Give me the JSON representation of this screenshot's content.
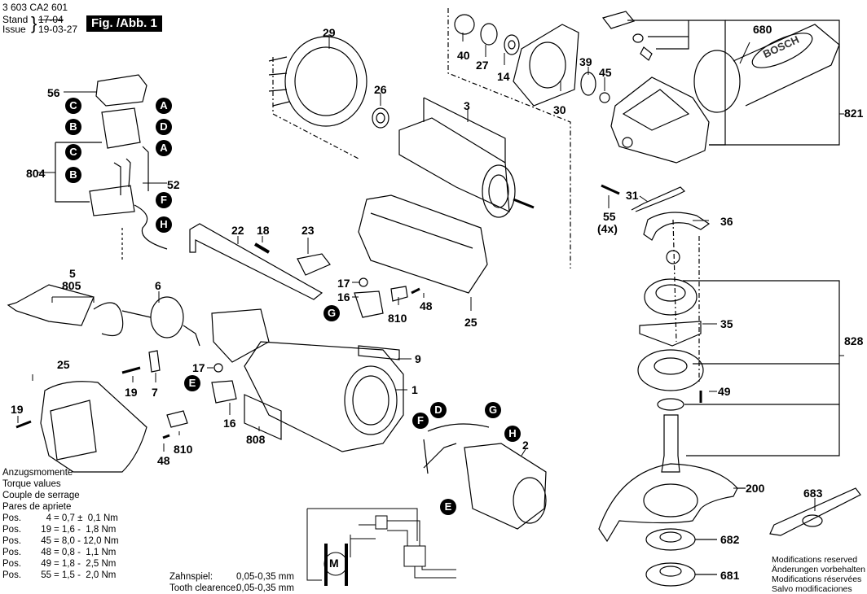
{
  "header": {
    "doc_number": "3 603 CA2 601",
    "stand_label": "Stand",
    "issue_label": "Issue",
    "old_date": "17-04",
    "issue_date": "19-03-27",
    "figure_label": "Fig. /Abb. 1"
  },
  "part_labels": {
    "p29": "29",
    "p26": "26",
    "p3": "3",
    "p40": "40",
    "p27": "27",
    "p14": "14",
    "p30": "30",
    "p39": "39",
    "p45": "45",
    "p680": "680",
    "p821": "821",
    "p56": "56",
    "p804": "804",
    "p52": "52",
    "p22": "22",
    "p18": "18",
    "p23": "23",
    "p31": "31",
    "p55": "55",
    "p55qty": "(4x)",
    "p36": "36",
    "p5": "5",
    "p805": "805",
    "p6": "6",
    "p17a": "17",
    "p16a": "16",
    "p810a": "810",
    "p48a": "48",
    "p25a": "25",
    "p35": "35",
    "p828": "828",
    "p49": "49",
    "p17b": "17",
    "p9": "9",
    "p1": "1",
    "p19a": "19",
    "p7": "7",
    "p25b": "25",
    "p19b": "19",
    "p16b": "16",
    "p808": "808",
    "p810b": "810",
    "p48b": "48",
    "p2": "2",
    "p200": "200",
    "p683": "683",
    "p682": "682",
    "p681": "681"
  },
  "connectors": {
    "c_C1": "C",
    "c_A1": "A",
    "c_B1": "B",
    "c_D1": "D",
    "c_C2": "C",
    "c_A2": "A",
    "c_B2": "B",
    "c_F1": "F",
    "c_H1": "H",
    "c_G1": "G",
    "c_E1": "E",
    "c_D2": "D",
    "c_G2": "G",
    "c_F2": "F",
    "c_H2": "H",
    "c_E2": "E"
  },
  "torque": {
    "title_de": "Anzugsmomente",
    "title_en": "Torque values",
    "title_fr": "Couple de serrage",
    "title_es": "Pares de apriete",
    "rows": [
      {
        "label": "Pos.",
        "pos": "4",
        "value": "= 0,7 ±  0,1 Nm"
      },
      {
        "label": "Pos.",
        "pos": "19",
        "value": "= 1,6 -  1,8 Nm"
      },
      {
        "label": "Pos.",
        "pos": "45",
        "value": "= 8,0 - 12,0 Nm"
      },
      {
        "label": "Pos.",
        "pos": "48",
        "value": "= 0,8 -  1,1 Nm"
      },
      {
        "label": "Pos.",
        "pos": "49",
        "value": "= 1,8 -  2,5 Nm"
      },
      {
        "label": "Pos.",
        "pos": "55",
        "value": "= 1,5 -  2,0 Nm"
      }
    ]
  },
  "clearance": {
    "de_label": "Zahnspiel:",
    "de_value": "0,05-0,35 mm",
    "en_label": "Tooth clearence:",
    "en_value": "0,05-0,35 mm"
  },
  "modifications": {
    "en": "Modifications reserved",
    "de": "Änderungen vorbehalten",
    "fr": "Modifications réservées",
    "es": "Salvo modificaciones"
  },
  "motor_symbol": "M",
  "brand_on_handle": "BOSCH"
}
